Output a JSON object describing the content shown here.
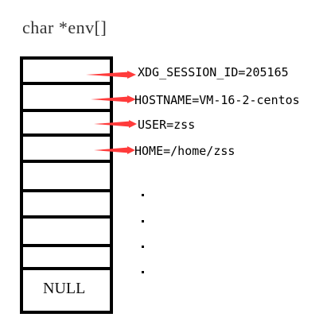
{
  "title": "char *env[]",
  "null_label": "NULL",
  "entries": [
    "XDG_SESSION_ID=205165",
    "HOSTNAME=VM-16-2-centos",
    "USER=zss",
    "HOME=/home/zss"
  ],
  "ellipsis": ".",
  "colors": {
    "arrow": "#ff3b3b",
    "box": "#000000"
  }
}
